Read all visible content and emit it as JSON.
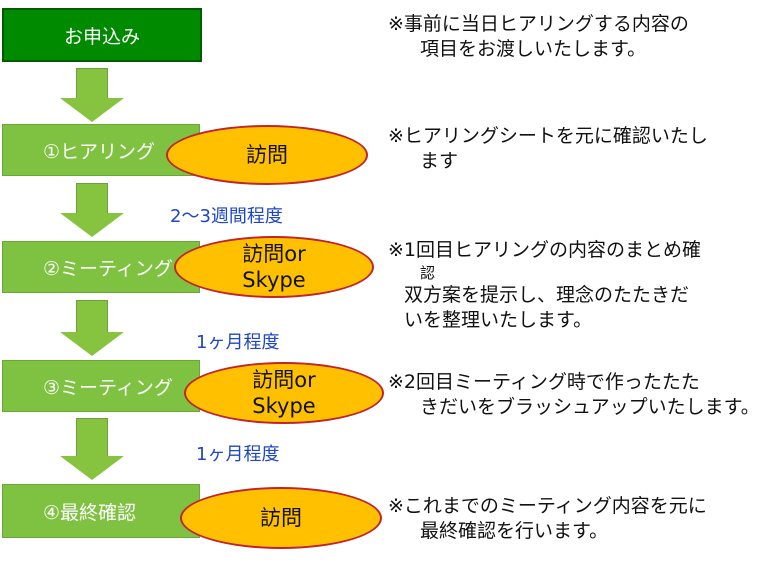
{
  "steps": [
    {
      "label": "お申込み"
    },
    {
      "label": "①ヒアリング",
      "visit": "訪問"
    },
    {
      "label": "②ミーティング",
      "visit_line1": "訪問or",
      "visit_line2": "Skype"
    },
    {
      "label": "③ミーティング",
      "visit_line1": "訪問or",
      "visit_line2": "Skype"
    },
    {
      "label": "④最終確認",
      "visit": "訪問"
    }
  ],
  "durations": [
    "2～3週間程度",
    "1ヶ月程度",
    "1ヶ月程度"
  ],
  "notes": [
    [
      "※事前に当日ヒアリングする内容の",
      "項目をお渡しいたします。"
    ],
    [
      "※ヒアリングシートを元に確認いたし",
      "ます"
    ],
    [
      "※1回目ヒアリングの内容のまとめ確",
      "認",
      "双方案を提示し、理念のたたきだ",
      "いを整理いたします。"
    ],
    [
      "※2回目ミーティング時で作ったたた",
      "きだいをブラッシュアップいたします。"
    ],
    [
      "※これまでのミーティング内容を元に",
      "最終確認を行います。"
    ]
  ],
  "colors": {
    "dark_green": "#008a00",
    "light_green": "#7fc241",
    "arrow_green": "#86c440",
    "oval_fill": "#ffc000",
    "oval_border": "#c0242d",
    "duration_text": "#1f47c4"
  }
}
